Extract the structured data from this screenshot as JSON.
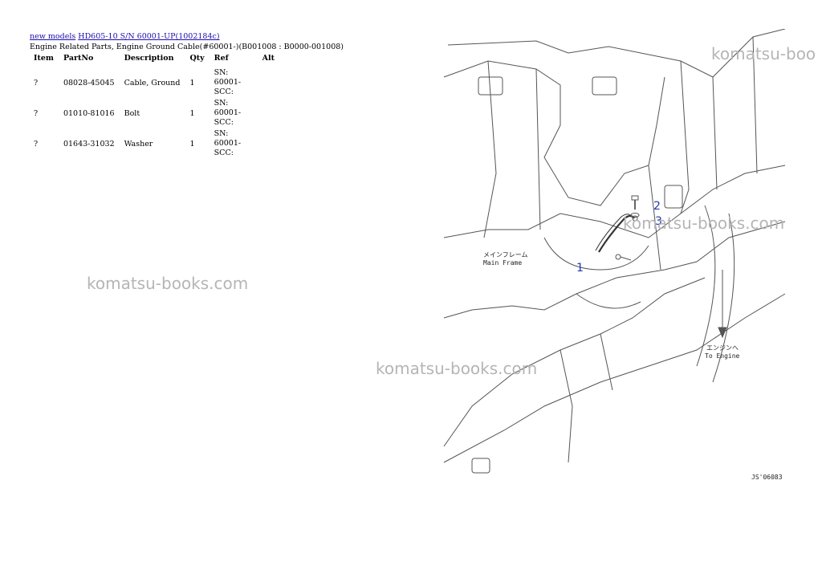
{
  "breadcrumb": {
    "link1": "new models",
    "link2": "HD605-10 S/N 60001-UP(1002184c)"
  },
  "heading": "Engine Related Parts, Engine Ground Cable(#60001-)(B001008 : B0000-001008)",
  "table": {
    "headers": [
      "Item",
      "PartNo",
      "Description",
      "Qty",
      "Ref",
      "Alt"
    ],
    "rows": [
      {
        "item": "?",
        "partno": "08028-45045",
        "description": "Cable, Ground",
        "qty": "1",
        "ref": "SN: 60001-SCC:",
        "alt": ""
      },
      {
        "item": "?",
        "partno": "01010-81016",
        "description": "Bolt",
        "qty": "1",
        "ref": "SN: 60001-SCC:",
        "alt": ""
      },
      {
        "item": "?",
        "partno": "01643-31032",
        "description": "Washer",
        "qty": "1",
        "ref": "SN: 60001-SCC:",
        "alt": ""
      }
    ]
  },
  "watermark": "komatsu-books.com",
  "watermark_partial": "komatsu-boo",
  "drawing": {
    "callouts": [
      "1",
      "2",
      "3"
    ],
    "label_main_jp": "メインフレーム",
    "label_main_en": "Main Frame",
    "label_engine_jp": "エンジンへ",
    "label_engine_en": "To Engine",
    "code": "JS'06083"
  },
  "colors": {
    "link": "#1a0dab",
    "callout": "#1f3bb0",
    "watermark": "#b5b5b5"
  }
}
